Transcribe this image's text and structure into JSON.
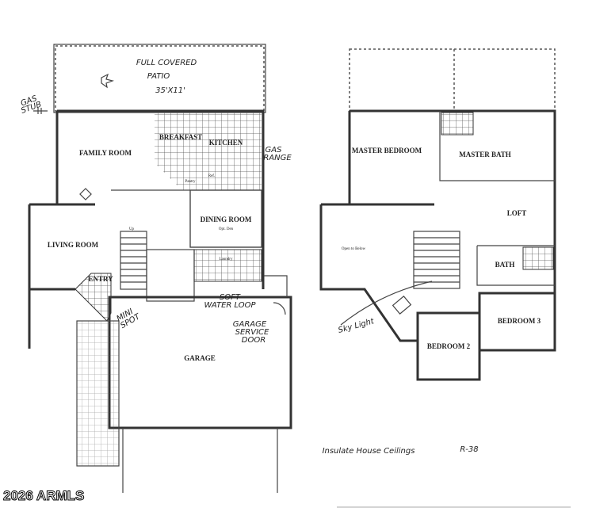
{
  "ground_floor": {
    "patio": {
      "line1": "FULL COVERED",
      "line2": "PATIO",
      "size": "35'X11'"
    },
    "rooms": {
      "family_room": "FAMILY ROOM",
      "breakfast": "BREAKFAST",
      "kitchen": "KITCHEN",
      "pantry": "Pantry",
      "ref": "Ref.",
      "dining_room": "DINING ROOM",
      "dining_note": "Opt. Den",
      "living_room": "LIVING ROOM",
      "up": "Up",
      "entry": "ENTRY",
      "laundry": "Laundry",
      "garage": "GARAGE"
    },
    "notes": {
      "gas_stub_1": "GAS",
      "gas_stub_2": "STUB",
      "gas_range_1": "GAS",
      "gas_range_2": "RANGE",
      "soft_water_1": "SOFT",
      "soft_water_2": "WATER LOOP",
      "service_door_1": "GARAGE",
      "service_door_2": "SERVICE",
      "service_door_3": "DOOR",
      "mini_spot_1": "MINI",
      "mini_spot_2": "SPOT"
    }
  },
  "upper_floor": {
    "rooms": {
      "master_bedroom": "MASTER BEDROOM",
      "master_bath": "MASTER BATH",
      "loft": "LOFT",
      "open_to_below": "Open to Below",
      "bath": "BATH",
      "bedroom_2": "BEDROOM 2",
      "bedroom_3": "BEDROOM 3"
    },
    "notes": {
      "skylight": "Sky Light"
    }
  },
  "footer_note": {
    "text": "Insulate House Ceilings",
    "value": "R-38"
  },
  "watermark": "2026 ARMLS"
}
